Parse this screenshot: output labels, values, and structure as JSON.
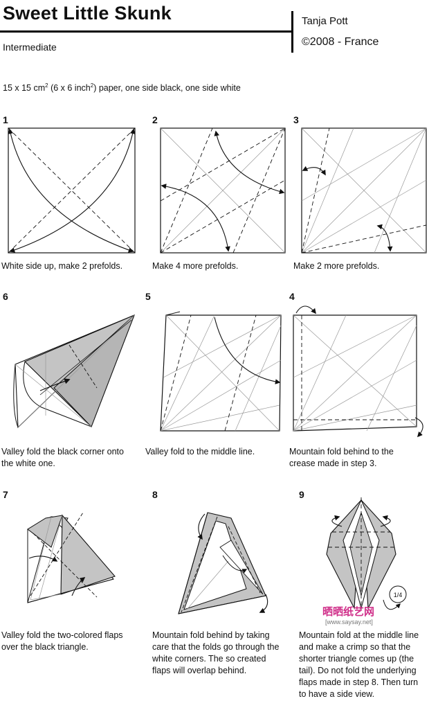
{
  "header": {
    "title": "Sweet Little Skunk",
    "level": "Intermediate",
    "author": "Tanja Pott",
    "copyright": "©2008 - France"
  },
  "paper": {
    "text_a": "15 x 15 cm",
    "sup_a": "2",
    "text_b": " (6 x 6 inch",
    "sup_b": "2",
    "text_c": ") paper, one side black, one side white"
  },
  "steps": [
    {
      "number": "1",
      "caption": [
        "White side up, make 2 prefolds."
      ]
    },
    {
      "number": "2",
      "caption": [
        "Make 4 more prefolds."
      ]
    },
    {
      "number": "3",
      "caption": [
        "Make 2 more prefolds."
      ]
    },
    {
      "number": "6",
      "caption": [
        "Valley fold the black corner onto",
        "the white one."
      ]
    },
    {
      "number": "5",
      "caption": [
        "Valley fold to the middle line."
      ]
    },
    {
      "number": "4",
      "caption": [
        "Mountain fold behind to the",
        "crease made in step 3."
      ]
    },
    {
      "number": "7",
      "caption": [
        "Valley fold the two-colored flaps",
        "over the black triangle."
      ]
    },
    {
      "number": "8",
      "caption": [
        "Mountain fold behind by taking",
        "care that the folds go through the",
        "white corners. The so created",
        "flaps will overlap behind."
      ]
    },
    {
      "number": "9",
      "caption": [
        "Mountain fold at the middle line",
        "and make a crimp so that the",
        "shorter triangle comes up (the",
        "tail). Do not fold the underlying",
        "flaps made in step 8. Then turn",
        "to have a side view."
      ]
    }
  ],
  "step9_label": "1/4",
  "watermark": {
    "text": "晒晒纸艺网",
    "url": "[www.saysay.net]"
  },
  "colors": {
    "ink": "#111111",
    "paper_gray": "#c4c4c4",
    "crease": "#999999",
    "watermark": "#d0308a"
  }
}
